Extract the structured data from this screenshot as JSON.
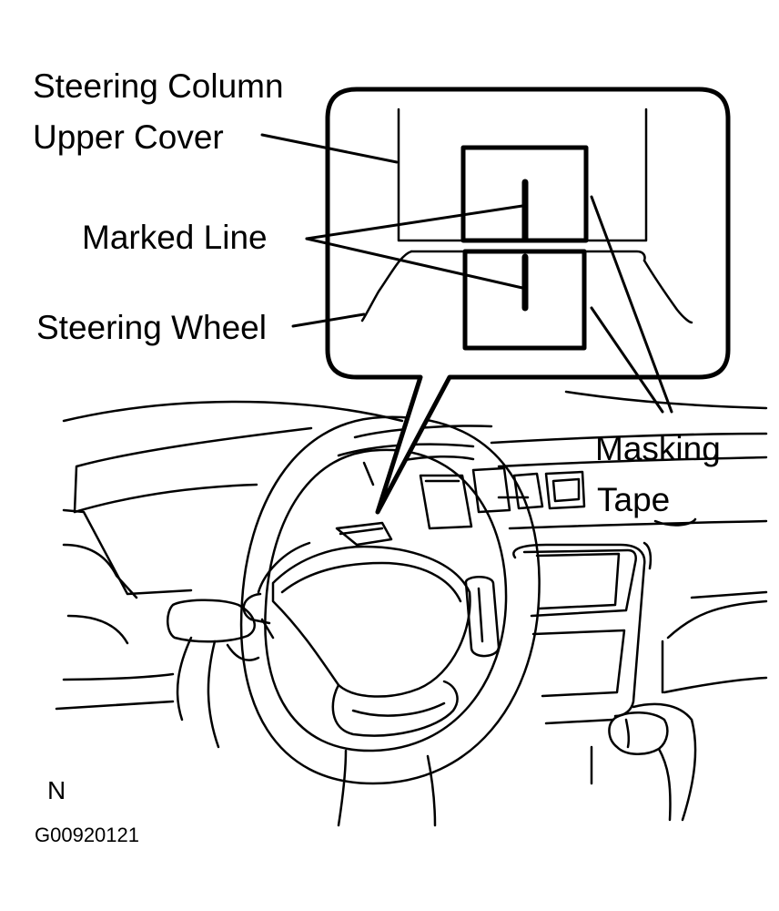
{
  "labels": {
    "steering_column_upper_cover": [
      "Steering Column",
      "Upper Cover"
    ],
    "marked_line": "Marked Line",
    "steering_wheel": "Steering Wheel",
    "masking_tape": [
      "Masking",
      "Tape"
    ]
  },
  "view_marker": "N",
  "figure_code": "G00920121"
}
